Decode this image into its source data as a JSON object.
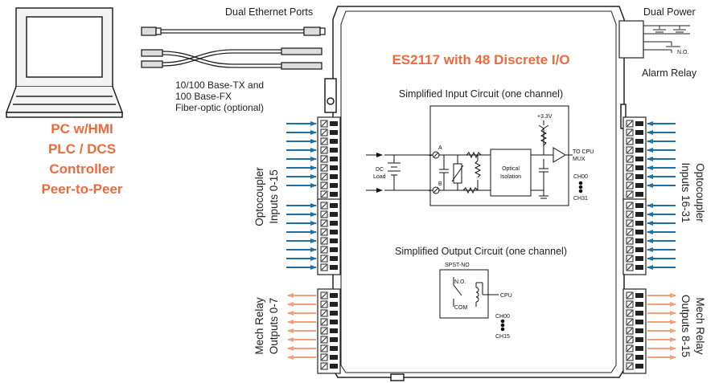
{
  "title": "ES2117 with 48 Discrete I/O",
  "ethernet": {
    "ports_label": "Dual Ethernet Ports",
    "media_line1": "10/100 Base-TX and",
    "media_line2": "100 Base-FX",
    "media_line3": "Fiber-optic (optional)"
  },
  "pc": {
    "line1": "PC w/HMI",
    "line2": "PLC / DCS",
    "line3": "Controller",
    "line4": "Peer-to-Peer"
  },
  "power": {
    "label": "Dual Power",
    "relay_label": "Alarm Relay",
    "no_label": "N.O."
  },
  "input_circuit": {
    "title": "Simplified Input Circuit (one channel)",
    "voltage": "+3.3V",
    "dc_line1": "DC",
    "dc_line2": "Load",
    "terminal_a": "A",
    "terminal_b": "B",
    "plus": "+",
    "minus": "-",
    "isolation_line1": "Optical",
    "isolation_line2": "Isolation",
    "out_line1": "TO CPU",
    "out_line2": "MUX",
    "ch_start": "CH00",
    "ch_end": "CH31"
  },
  "output_circuit": {
    "title": "Simplified Output Circuit (one channel)",
    "relay_type": "SPST-NO",
    "no": "N.O.",
    "com": "COM",
    "cpu": "CPU",
    "ch_start": "CH00",
    "ch_end": "CH15"
  },
  "left_labels": {
    "inputs_line1": "Optocoupler",
    "inputs_line2": "Inputs 0-15",
    "outputs_line1": "Mech Relay",
    "outputs_line2": "Outputs 0-7"
  },
  "right_labels": {
    "inputs_line1": "Optocoupler",
    "inputs_line2": "Inputs 16-31",
    "outputs_line1": "Mech Relay",
    "outputs_line2": "Outputs 8-15"
  },
  "colors": {
    "accent": "#ee6a3c",
    "input_arrow": "#1f6fa5",
    "output_arrow": "#f2a07a"
  }
}
